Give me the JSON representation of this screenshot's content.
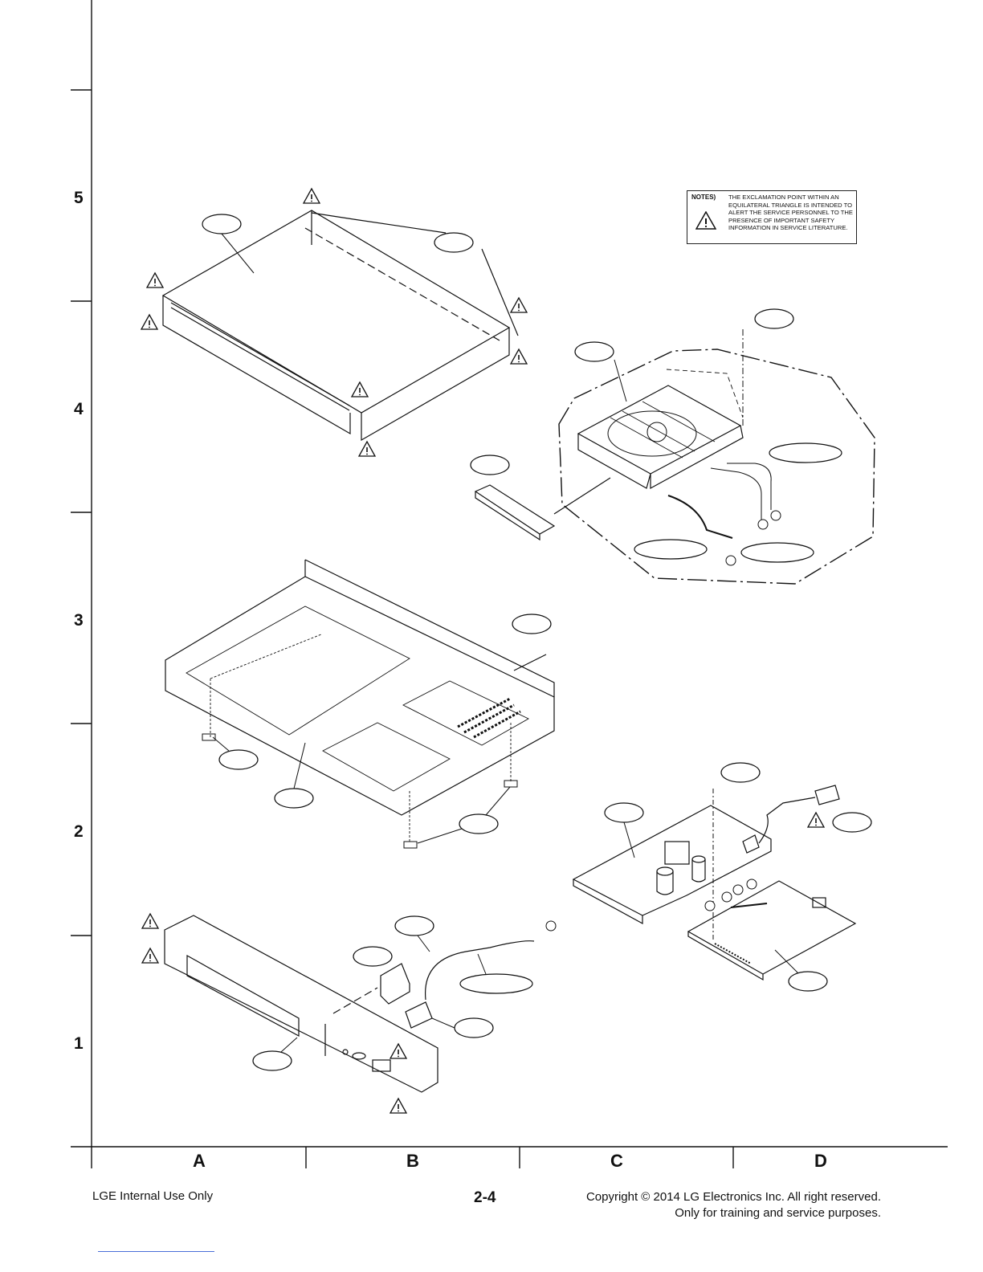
{
  "grid": {
    "rows": [
      "5",
      "4",
      "3",
      "2",
      "1"
    ],
    "columns": [
      "A",
      "B",
      "C",
      "D"
    ]
  },
  "notes": {
    "heading": "NOTES)",
    "text": "THE EXCLAMATION POINT WITHIN AN EQUILATERAL TRIANGLE IS INTENDED TO ALERT THE SERVICE PERSONNEL TO THE PRESENCE OF IMPORTANT SAFETY INFORMATION IN SERVICE LITERATURE."
  },
  "footer": {
    "left": "LGE Internal Use Only",
    "page": "2-4",
    "copyright_line1": "Copyright © 2014 LG Electronics Inc. All right reserved.",
    "copyright_line2": "Only for training and service purposes."
  },
  "icons": {
    "warning": "warning-triangle-icon"
  }
}
